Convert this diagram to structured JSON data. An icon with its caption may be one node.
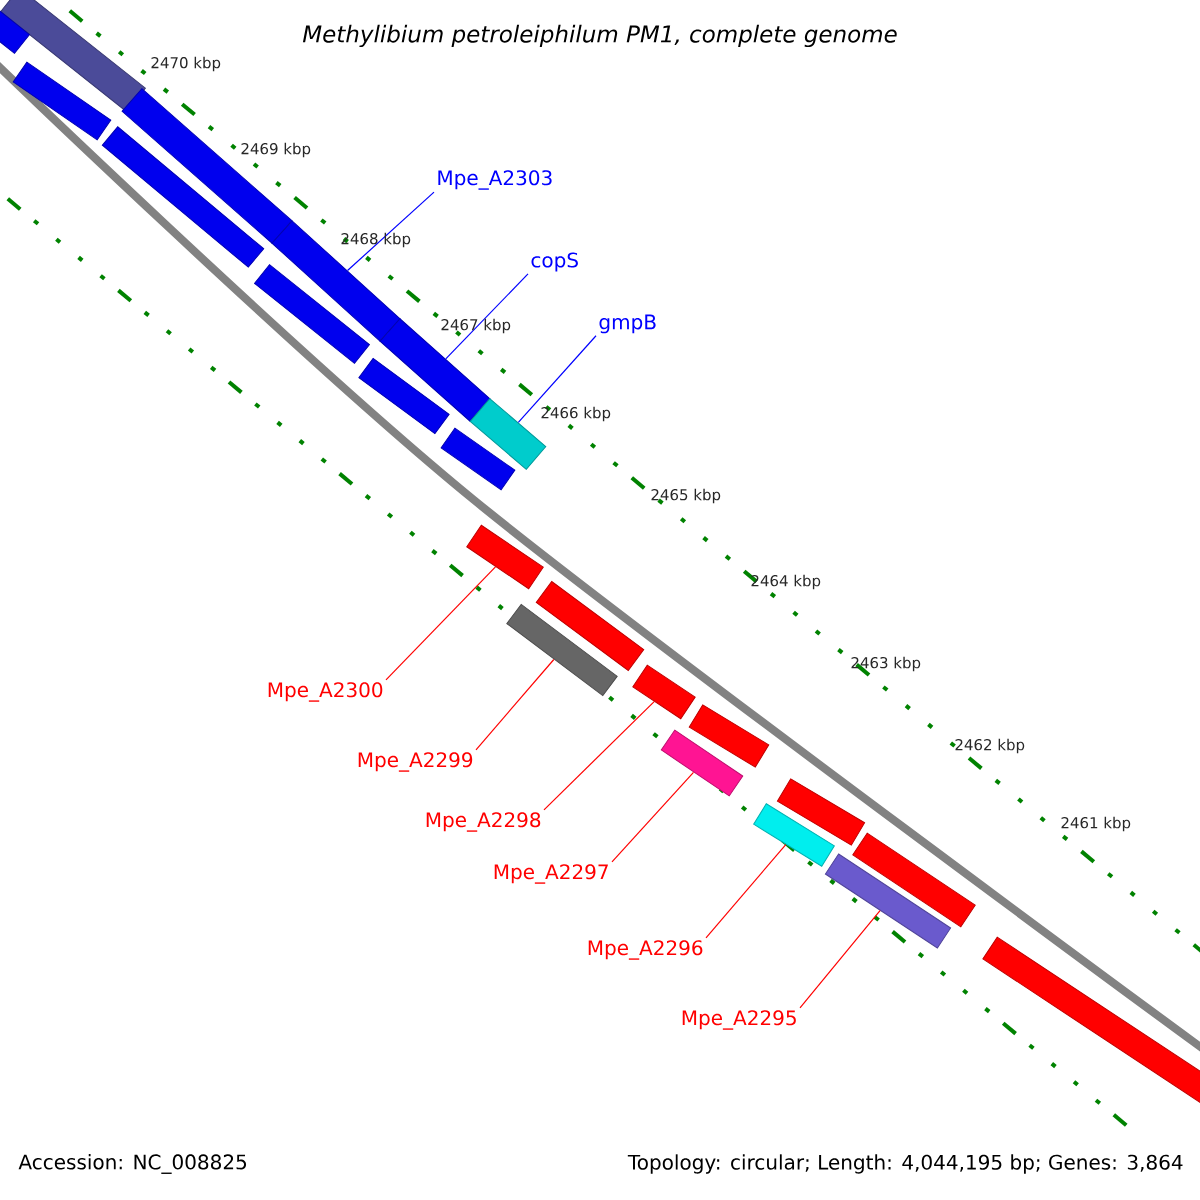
{
  "diagram": {
    "title": "Methylibium petroleiphilum PM1, complete genome",
    "nodes": [
      {
        "text": [
          "Mpe_A2303"
        ]
      },
      {
        "text": [
          "copS"
        ]
      },
      {
        "text": [
          "gmpB"
        ]
      },
      {
        "text": [
          "Mpe_A2300"
        ]
      },
      {
        "text": [
          "Mpe_A2299"
        ]
      },
      {
        "text": [
          "Mpe_A2298"
        ]
      },
      {
        "text": [
          "Mpe_A2297"
        ]
      },
      {
        "text": [
          "Mpe_A2296"
        ]
      },
      {
        "text": [
          "Mpe_A2295"
        ]
      },
      {
        "text": [],
        "shape": "bar"
      },
      {
        "text": [],
        "shape": "bar"
      },
      {
        "text": [],
        "shape": "bar"
      },
      {
        "text": [],
        "shape": "bar"
      },
      {
        "text": [],
        "shape": "bar"
      },
      {
        "text": [],
        "shape": "bar"
      },
      {
        "text": [],
        "shape": "bar"
      },
      {
        "text": [],
        "shape": "bar"
      },
      {
        "text": [],
        "shape": "bar"
      },
      {
        "text": [],
        "shape": "bar"
      },
      {
        "text": [],
        "shape": "bar"
      },
      {
        "text": [],
        "shape": "bar"
      },
      {
        "text": [],
        "shape": "bar"
      },
      {
        "text": [],
        "shape": "bar"
      },
      {
        "text": [],
        "shape": "bar"
      },
      {
        "text": [],
        "shape": "bar"
      },
      {
        "text": [],
        "shape": "bar"
      },
      {
        "text": [],
        "shape": "bar"
      },
      {
        "text": [],
        "shape": "bar"
      },
      {
        "text": [],
        "shape": "bar"
      },
      {
        "text": [],
        "shape": "bar"
      },
      {
        "text": [],
        "shape": "bar"
      }
    ],
    "edges": [
      {
        "from": 0,
        "to": 11,
        "arrow": "none",
        "color": "#0000ff"
      },
      {
        "from": 1,
        "to": 12,
        "arrow": "none",
        "color": "#0000ff"
      },
      {
        "from": 2,
        "to": 13,
        "arrow": "none",
        "color": "#0000ff"
      },
      {
        "from": 3,
        "to": 20,
        "arrow": "none"
      },
      {
        "from": 4,
        "to": 27,
        "arrow": "none"
      },
      {
        "from": 5,
        "to": 22,
        "arrow": "none"
      },
      {
        "from": 6,
        "to": 28,
        "arrow": "none"
      },
      {
        "from": 7,
        "to": 29,
        "arrow": "none"
      },
      {
        "from": 8,
        "to": 30,
        "arrow": "none"
      }
    ],
    "labels": [
      "2470 kbp",
      "2469 kbp",
      "2468 kbp",
      "2467 kbp",
      "2466 kbp",
      "2465 kbp",
      "2464 kbp",
      "2463 kbp",
      "2462 kbp",
      "2461 kbp",
      "Accession: NC_008825",
      "Topology: circular; Length: 4,044,195 bp; Genes: 3,864"
    ]
  }
}
